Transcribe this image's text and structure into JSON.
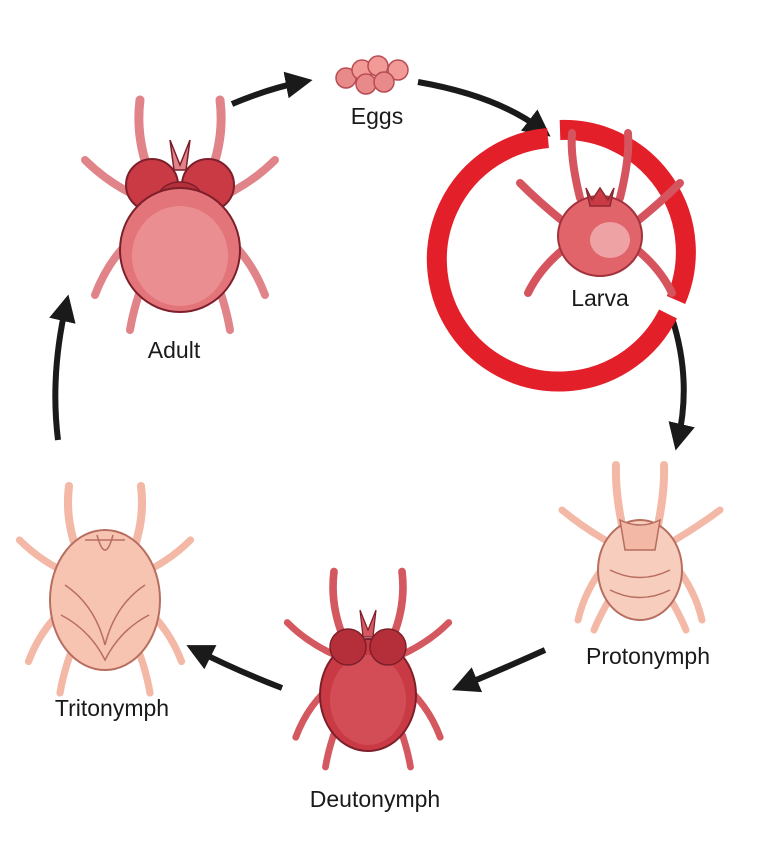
{
  "diagram": {
    "stages": [
      {
        "id": "eggs",
        "label": "Eggs"
      },
      {
        "id": "larva",
        "label": "Larva",
        "highlighted": true
      },
      {
        "id": "protonymph",
        "label": "Protonymph"
      },
      {
        "id": "deutonymph",
        "label": "Deutonymph"
      },
      {
        "id": "tritonymph",
        "label": "Tritonymph"
      },
      {
        "id": "adult",
        "label": "Adult"
      }
    ],
    "cycle_order": [
      "eggs",
      "larva",
      "protonymph",
      "deutonymph",
      "tritonymph",
      "adult"
    ]
  },
  "colors": {
    "highlight_ring": "#e3202a",
    "arrow": "#1a1a1a",
    "mite_dark_red": "#c93a45",
    "mite_red": "#e0646a",
    "mite_pink": "#f3b8a6",
    "mite_light": "#f7cdbd"
  }
}
